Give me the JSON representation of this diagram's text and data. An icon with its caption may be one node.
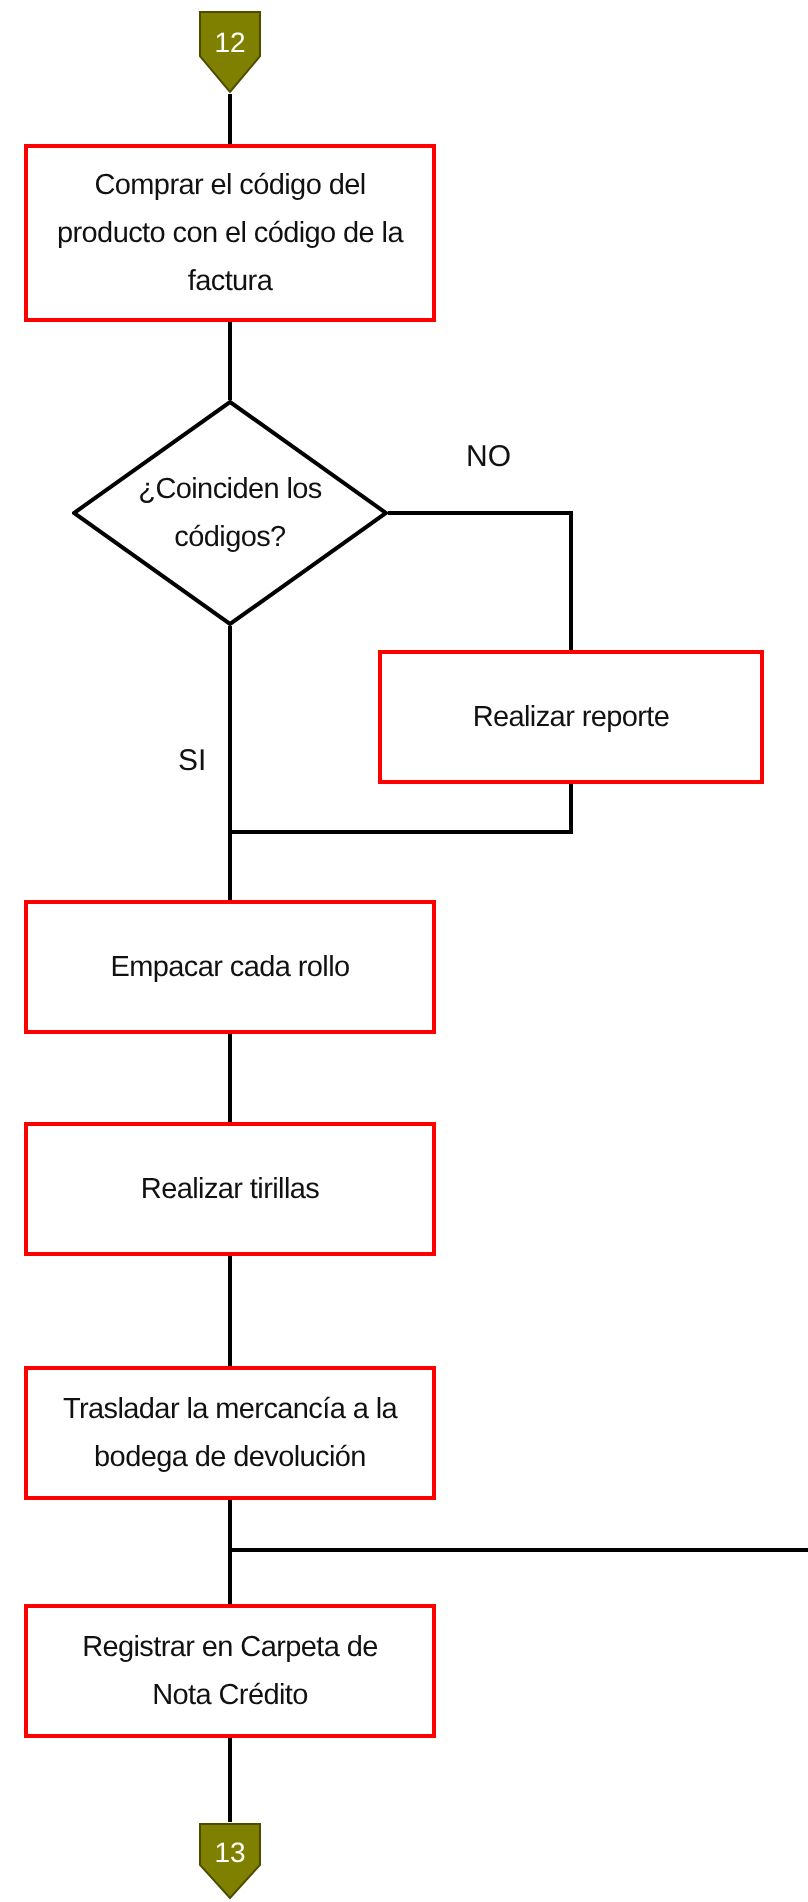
{
  "diagram": {
    "nodes": [
      {
        "text": [
          "12"
        ]
      },
      {
        "text": [
          "Comprar el código del producto con el código de la factura"
        ]
      },
      {
        "text": [
          "¿Coinciden los códigos?"
        ]
      },
      {
        "text": [
          "Realizar reporte"
        ]
      },
      {
        "text": [
          "Empacar cada rollo"
        ]
      },
      {
        "text": [
          "Realizar tirillas"
        ]
      },
      {
        "text": [
          "Trasladar la mercancía a la bodega de devolución"
        ]
      },
      {
        "text": [
          "Registrar en Carpeta de Nota Crédito"
        ]
      },
      {
        "text": [
          "13"
        ]
      }
    ],
    "edges": [
      {
        "from": 0,
        "to": 1,
        "arrow": "none"
      },
      {
        "from": 1,
        "to": 2,
        "arrow": "none"
      },
      {
        "from": 2,
        "to": 3,
        "arrow": "none",
        "label": "NO"
      },
      {
        "from": 2,
        "to": 4,
        "arrow": "none",
        "label": "SI"
      },
      {
        "from": 3,
        "to": 4,
        "arrow": "none"
      },
      {
        "from": 4,
        "to": 5,
        "arrow": "none"
      },
      {
        "from": 5,
        "to": 6,
        "arrow": "none"
      },
      {
        "from": 6,
        "to": null,
        "arrow": "none"
      },
      {
        "from": 6,
        "to": 7,
        "arrow": "none"
      },
      {
        "from": 7,
        "to": 8,
        "arrow": "none"
      }
    ]
  }
}
